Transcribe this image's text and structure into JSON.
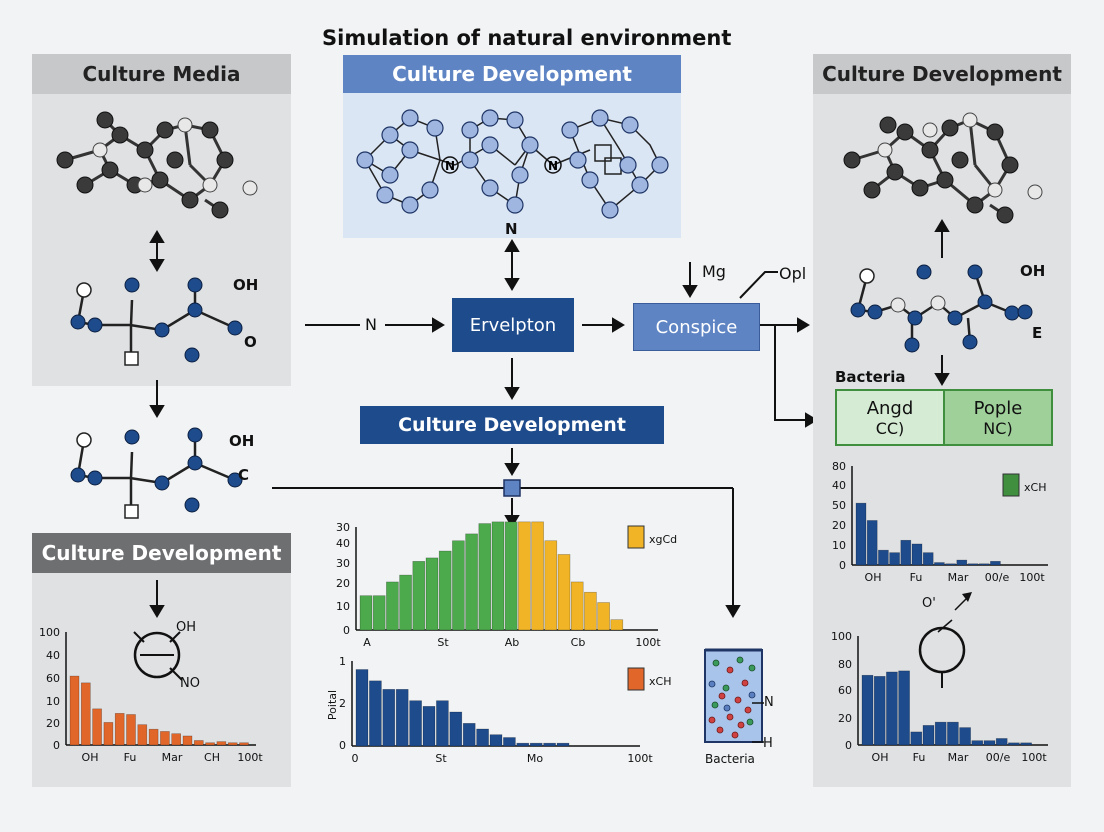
{
  "title": "Simulation of natural environment",
  "left_panel": {
    "header": "Culture Media",
    "labels": {
      "oh1": "OH",
      "o": "O",
      "oh2": "OH",
      "c": "C"
    }
  },
  "left_lower": {
    "header": "Culture Development",
    "labels": {
      "oh": "OH",
      "no": "NO"
    }
  },
  "center_top": {
    "header": "Culture Development",
    "n_label": "N"
  },
  "flow": {
    "n_input": "N",
    "box1": "Ervelpton",
    "box2": "Conspice",
    "mg": "Mg",
    "opl": "Opl",
    "center_header2": "Culture Development"
  },
  "right_panel": {
    "header": "Culture Development",
    "labels": {
      "oh": "OH",
      "e": "E",
      "bacteria": "Bacteria",
      "o_prime": "O'"
    },
    "table": [
      {
        "line1": "Angd",
        "line2": "CC)"
      },
      {
        "line1": "Pople",
        "line2": "NC)"
      }
    ]
  },
  "tube": {
    "label": "Bacteria",
    "n": "N",
    "h": "H"
  },
  "colors": {
    "orange": "#e0662a",
    "green": "#4caa4c",
    "yellow": "#f0b426",
    "blue": "#1e4b8c",
    "light_blue_box": "#dbe6f5",
    "table_left": "#d5ebd3",
    "table_right": "#9fd09a"
  },
  "chart_data": [
    {
      "type": "bar",
      "ylim": [
        0,
        100
      ],
      "yticks": [
        "100",
        "40",
        "60",
        "10",
        "20",
        "0"
      ],
      "xticks": [
        "OH",
        "Fu",
        "Mar",
        "CH",
        "100t"
      ],
      "values": [
        61,
        55,
        32,
        20,
        28,
        27,
        18,
        14,
        12,
        10,
        8,
        4,
        2,
        3,
        2,
        2
      ]
    },
    {
      "type": "bar",
      "ylim": [
        0,
        30
      ],
      "yticks": [
        "30",
        "40",
        "30",
        "20",
        "10",
        "0"
      ],
      "xticks": [
        "A",
        "St",
        "Ab",
        "Cb",
        "100t"
      ],
      "legend": "xgCd",
      "series": [
        {
          "values": [
            10,
            10,
            14,
            16,
            20,
            21,
            23,
            26,
            28,
            31,
            37,
            43
          ]
        },
        {
          "values": [
            38,
            32,
            26,
            22,
            14,
            11,
            8,
            3
          ]
        }
      ]
    },
    {
      "type": "bar",
      "ylim": [
        0,
        1
      ],
      "yticks": [
        "1",
        "2",
        "0"
      ],
      "xticks": [
        "0",
        "St",
        "Mo",
        "100t"
      ],
      "ylabel": "Poital",
      "legend": "xCH",
      "values": [
        2.7,
        2.3,
        2.0,
        2.0,
        1.6,
        1.4,
        1.6,
        1.2,
        0.8,
        0.6,
        0.4,
        0.3,
        0.1,
        0.1,
        0.1,
        0.1
      ]
    },
    {
      "type": "bar",
      "ylim": [
        0,
        80
      ],
      "yticks": [
        "80",
        "40",
        "50",
        "20",
        "10",
        "0"
      ],
      "xticks": [
        "OH",
        "Fu",
        "Mar",
        "00/e",
        "100t"
      ],
      "legend": "xCH",
      "values": [
        50,
        36,
        12,
        10,
        20,
        17,
        10,
        2,
        1,
        4,
        1,
        1,
        3
      ]
    },
    {
      "type": "bar",
      "ylim": [
        0,
        100
      ],
      "yticks": [
        "100",
        "80",
        "60",
        "20",
        "0"
      ],
      "xticks": [
        "OH",
        "Fu",
        "Mar",
        "00/e",
        "100t"
      ],
      "values": [
        64,
        63,
        67,
        68,
        12,
        18,
        21,
        21,
        16,
        4,
        4,
        6,
        2,
        2
      ]
    }
  ]
}
